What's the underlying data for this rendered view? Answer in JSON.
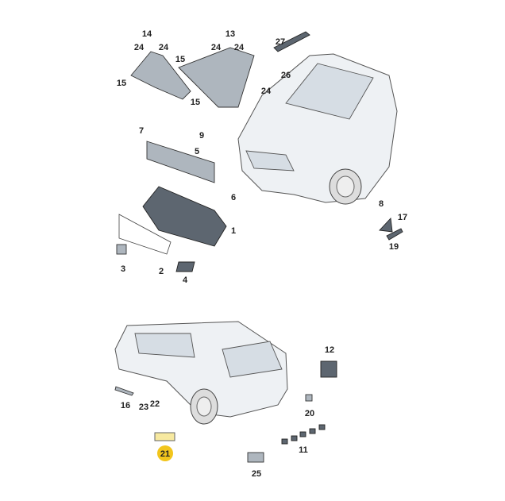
{
  "diagram": {
    "callouts": [
      "14",
      "24",
      "24",
      "13",
      "24",
      "24",
      "27",
      "26",
      "24",
      "15",
      "15",
      "15",
      "7",
      "9",
      "5",
      "6",
      "1",
      "3",
      "2",
      "4",
      "8",
      "17",
      "19",
      "12",
      "16",
      "22",
      "23",
      "20",
      "11",
      "21",
      "25"
    ],
    "highlighted_callout": "21",
    "highlight_color": "#f2c51c"
  }
}
